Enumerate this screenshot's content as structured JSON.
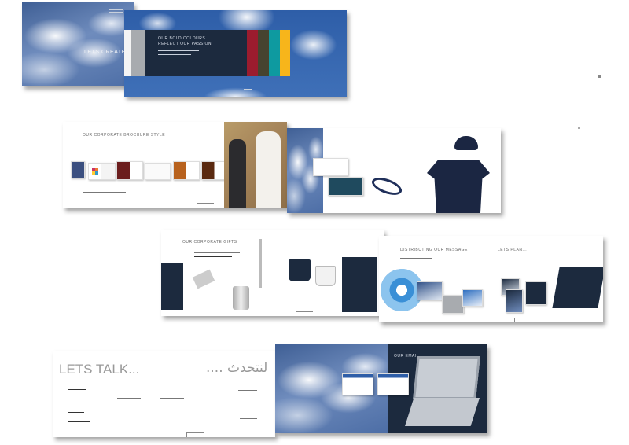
{
  "spreads": {
    "s1": {
      "cover_title": "LETS CREATE",
      "palette_heading_line1": "OUR BOLD COLOURS",
      "palette_heading_line2": "REFLECT OUR PASSION",
      "palette_colors": [
        "#a8abaf",
        "#1c2a3e",
        "#9b1c2e",
        "#46432f",
        "#0e9aa0",
        "#f7b51b"
      ]
    },
    "s2": {
      "heading": "OUR CORPORATE BROCHURE STYLE"
    },
    "s3": {
      "heading": "OUR CORPORATE GIFTS"
    },
    "s4": {
      "heading_left": "DISTRIBUTING OUR MESSAGE",
      "heading_right": "LETS PLAN..."
    },
    "s5": {
      "title_en": "LETS TALK...",
      "title_ar": "لنتحدث ....",
      "section_label": "OUR EMAIL"
    }
  }
}
